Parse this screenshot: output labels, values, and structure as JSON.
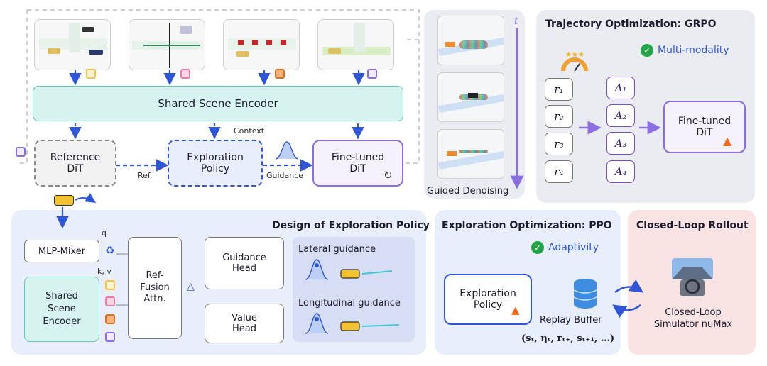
{
  "top": {
    "encoder_label": "Shared Scene Encoder",
    "reference_label": "Reference\nDiT",
    "exploration_label": "Exploration\nPolicy",
    "finetuned_label": "Fine-tuned\nDiT",
    "context_label": "Context",
    "ref_label": "Ref.",
    "guidance_label": "Guidance"
  },
  "denoising": {
    "title": "Guided Denoising",
    "time_label": "t"
  },
  "grpo": {
    "title": "Trajectory Optimization: GRPO",
    "badge": "Multi-modality",
    "rewards": [
      "r₁",
      "r₂",
      "r₃",
      "r₄"
    ],
    "advantages": [
      "A₁",
      "A₂",
      "A₃",
      "A₄"
    ],
    "dit_label": "Fine-tuned\nDiT"
  },
  "design": {
    "title": "Design of Exploration Policy",
    "mlp_label": "MLP-Mixer",
    "q_label": "q",
    "kv_label": "k, v",
    "encoder_label": "Shared\nScene\nEncoder",
    "fusion_label": "Ref-\nFusion\nAttn.",
    "guidance_head": "Guidance\nHead",
    "value_head": "Value\nHead",
    "lateral": "Lateral guidance",
    "longitudinal": "Longitudinal guidance"
  },
  "ppo": {
    "title": "Exploration Optimization: PPO",
    "badge": "Adaptivity",
    "policy_label": "Exploration\nPolicy",
    "buffer_label": "Replay Buffer",
    "tuple": "(sₜ, ηₜ, rₜ₊, sₜ₊₁, …)"
  },
  "rollout": {
    "title": "Closed-Loop  Rollout",
    "sim_label": "Closed-Loop\nSimulator nuMax"
  },
  "colors": {
    "encoder_fill": "#d6f3ef",
    "encoder_border": "#69c6b8",
    "purple": "#7c4ad8",
    "blue": "#2f56d6",
    "yellow": "#f6c543",
    "pink": "#ee7aa7",
    "orange": "#f08a2e",
    "lavender": "#8b6fe0"
  }
}
